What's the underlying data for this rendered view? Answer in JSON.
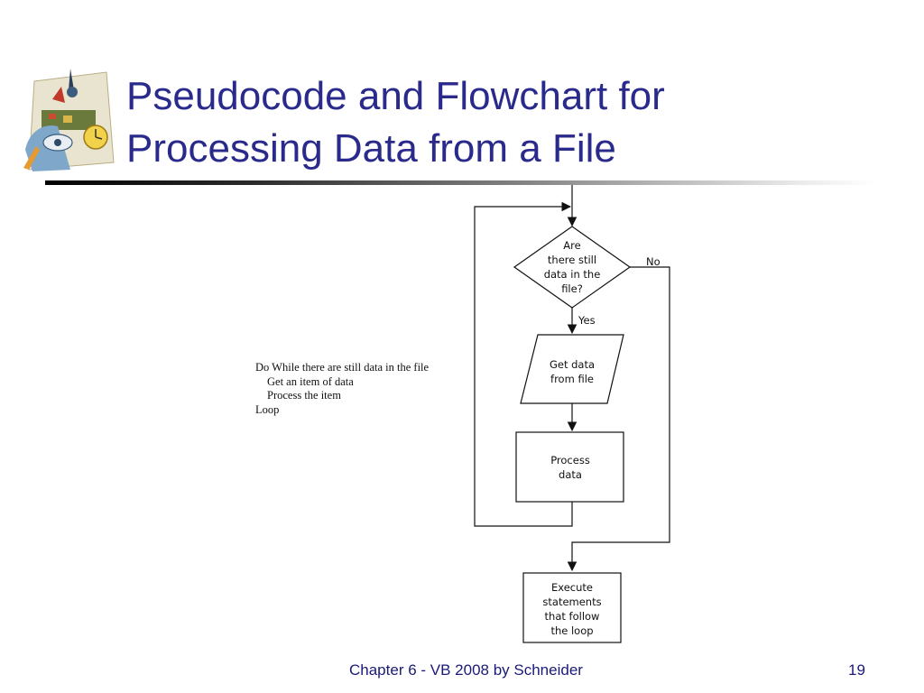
{
  "slide": {
    "title_lines": [
      "Pseudocode and Flowchart for",
      "Processing Data from a File"
    ]
  },
  "pseudocode": {
    "lines": [
      "Do While there are still data in the file",
      "Get an item of data",
      "Process the item",
      "Loop"
    ]
  },
  "flowchart": {
    "decision": [
      "Are",
      "there still",
      "data in the",
      "file?"
    ],
    "yes_label": "Yes",
    "no_label": "No",
    "input_step": [
      "Get data",
      "from file"
    ],
    "process_step": [
      "Process",
      "data"
    ],
    "exit_step": [
      "Execute",
      "statements",
      "that follow",
      "the loop"
    ]
  },
  "footer": {
    "center": "Chapter 6 - VB 2008 by Schneider",
    "page_number": "19"
  }
}
